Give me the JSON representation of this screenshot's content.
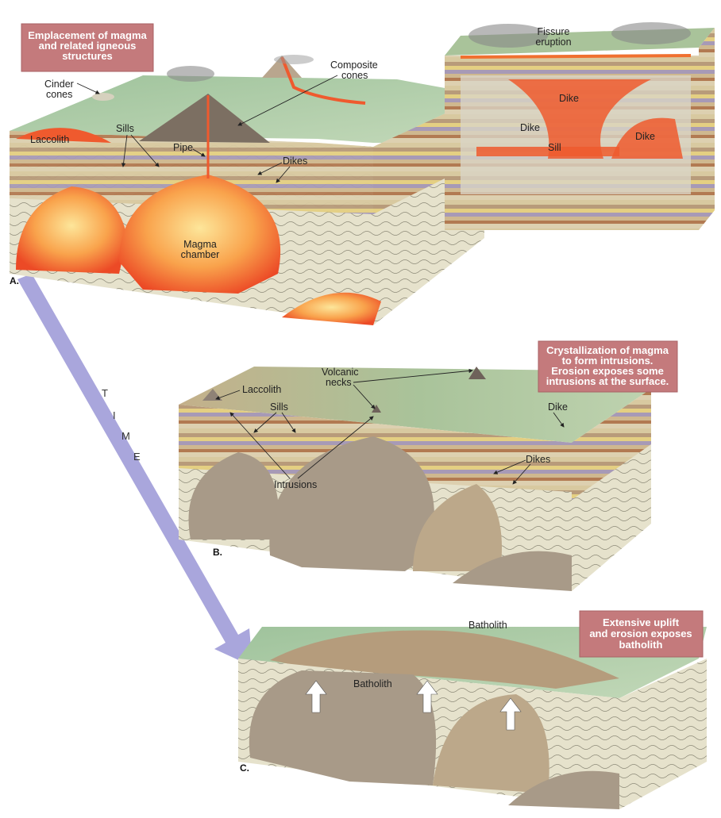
{
  "panel_a": {
    "letter": "A.",
    "caption": [
      "Emplacement of magma",
      "and related igneous",
      "structures"
    ],
    "labels": {
      "cinder_cones": [
        "Cinder",
        "cones"
      ],
      "composite_cones": [
        "Composite",
        "cones"
      ],
      "laccolith": "Laccolith",
      "sills": "Sills",
      "pipe": "Pipe",
      "dikes": "Dikes",
      "magma_chamber": [
        "Magma",
        "chamber"
      ]
    },
    "inset": {
      "fissure_eruption": [
        "Fissure",
        "eruption"
      ],
      "dike_top": "Dike",
      "dike_left": "Dike",
      "dike_right": "Dike",
      "sill": "Sill"
    }
  },
  "panel_b": {
    "letter": "B.",
    "caption": [
      "Crystallization of magma",
      "to form intrusions.",
      "Erosion exposes some",
      "intrusions at the surface."
    ],
    "labels": {
      "volcanic_necks": [
        "Volcanic",
        "necks"
      ],
      "laccolith": "Laccolith",
      "sills": "Sills",
      "dike": "Dike",
      "dikes": "Dikes",
      "intrusions": "Intrusions"
    }
  },
  "panel_c": {
    "letter": "C.",
    "caption": [
      "Extensive uplift",
      "and erosion exposes",
      "batholith"
    ],
    "labels": {
      "batholith_top": "Batholith",
      "batholith_front": "Batholith"
    }
  },
  "time_arrow": {
    "letters": [
      "T",
      "I",
      "M",
      "E"
    ]
  },
  "colors": {
    "caption_bg": "#c47a7c",
    "magma": "#ef5a2e",
    "magma_light": "#fbc65a",
    "surface": "#a9c9a2",
    "intrusion": "#a89a88",
    "time_arrow": "#a9a6dc"
  }
}
